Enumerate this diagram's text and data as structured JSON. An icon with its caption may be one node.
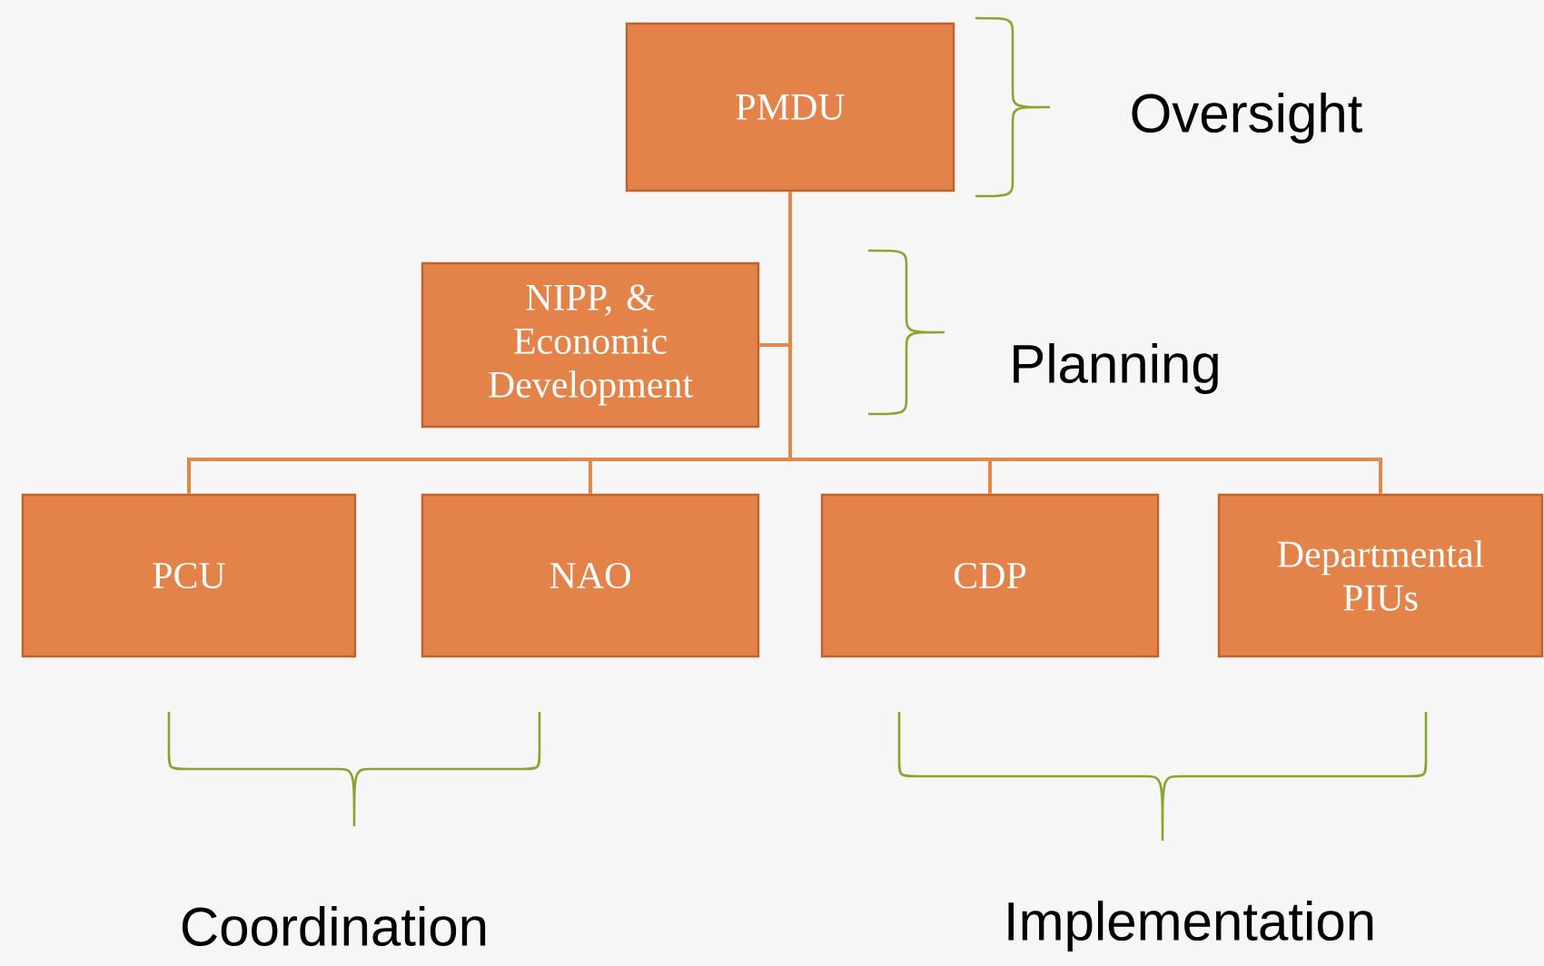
{
  "diagram": {
    "nodes": [
      {
        "text": [
          "PMDU"
        ]
      },
      {
        "text": [
          "NIPP, & Economic Development"
        ]
      },
      {
        "text": [
          "PCU"
        ]
      },
      {
        "text": [
          "NAO"
        ]
      },
      {
        "text": [
          "CDP"
        ]
      },
      {
        "text": [
          "Departmental PIUs"
        ]
      }
    ],
    "edges": [
      {
        "from": 0,
        "to": 1,
        "arrow": "none"
      },
      {
        "from": 0,
        "to": 2,
        "arrow": "none"
      },
      {
        "from": 0,
        "to": 3,
        "arrow": "none"
      },
      {
        "from": 0,
        "to": 4,
        "arrow": "none"
      },
      {
        "from": 0,
        "to": 5,
        "arrow": "none"
      }
    ],
    "labels": [
      "Oversight",
      "Planning",
      "Coordination",
      "Implementation"
    ]
  }
}
